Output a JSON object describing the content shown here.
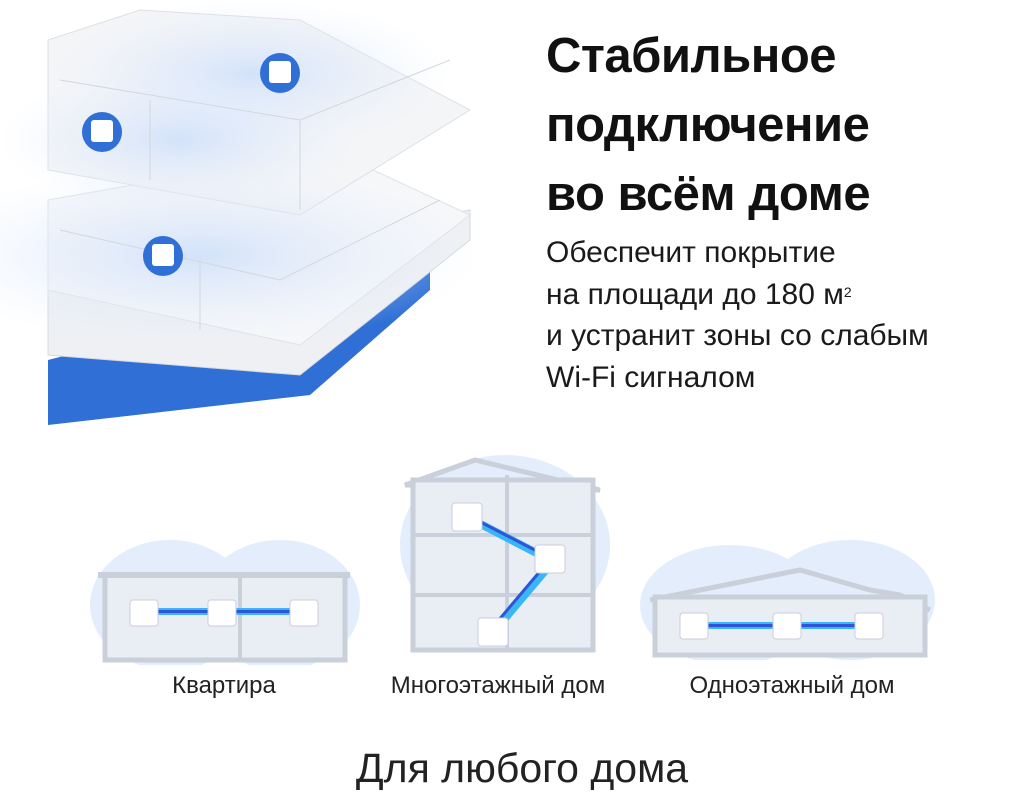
{
  "hero": {
    "headline_lines": [
      "Стабильное",
      "подключение",
      "во всём доме"
    ],
    "description_lines": [
      "Обеспечит покрытие",
      "на площади до 180 м",
      "и устранит зоны со слабым",
      "Wi-Fi сигналом"
    ],
    "area_superscript": "2"
  },
  "scenarios": [
    {
      "label": "Квартира"
    },
    {
      "label": "Многоэтажный дом"
    },
    {
      "label": "Одноэтажный дом"
    }
  ],
  "footer": {
    "title": "Для любого дома"
  },
  "colors": {
    "accent_blue": "#2f6fd6",
    "link_cyan": "#38b6f5",
    "glow": "#dbe8fb"
  }
}
